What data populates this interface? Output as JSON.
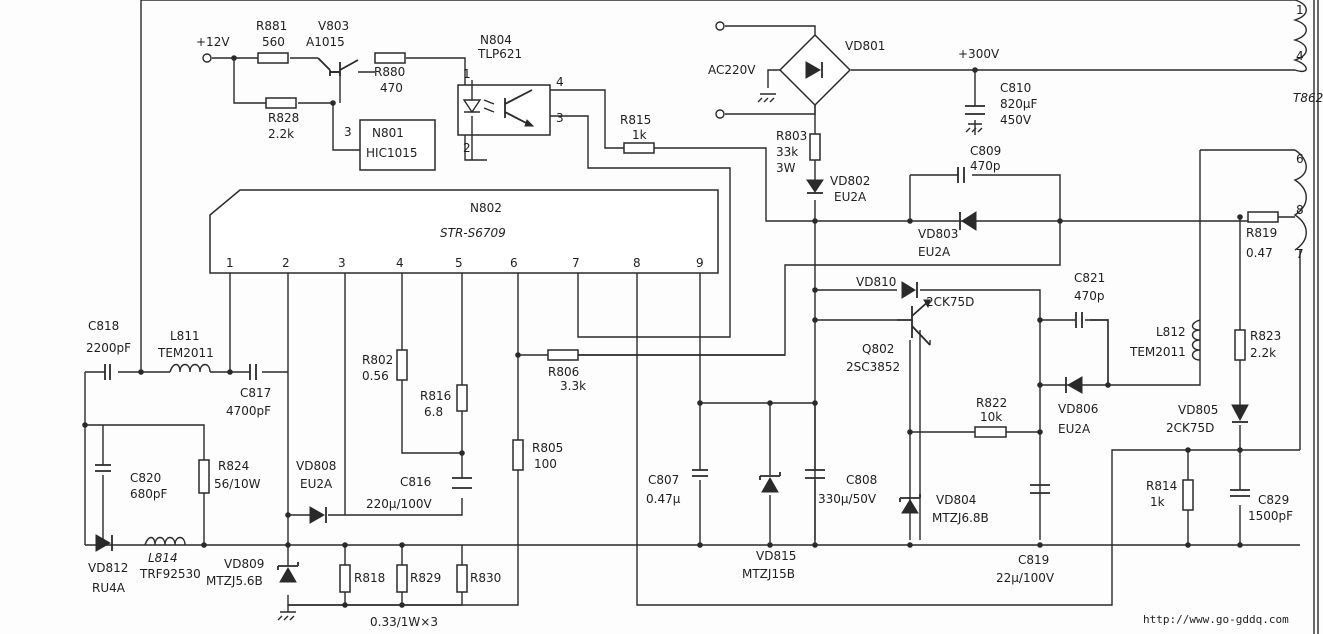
{
  "diagram": {
    "supply": {
      "v12": "+12V",
      "ac": "AC220V",
      "v300": "+300V"
    },
    "transformer": {
      "name": "T862",
      "pins": [
        "1",
        "4",
        "6",
        "8",
        "7"
      ]
    },
    "ics": {
      "n802": {
        "name": "N802",
        "part": "STR-S6709",
        "pins": [
          "1",
          "2",
          "3",
          "4",
          "5",
          "6",
          "7",
          "8",
          "9"
        ]
      },
      "n804": {
        "name": "N804",
        "part": "TLP621",
        "pins": [
          "1",
          "2",
          "3",
          "4"
        ]
      },
      "n801": {
        "name": "N801",
        "part": "HIC1015",
        "pin": "3"
      }
    },
    "transistors": {
      "v803": {
        "name": "V803",
        "part": "A1015"
      },
      "q802": {
        "name": "Q802",
        "part": "2SC3852"
      }
    },
    "resistors": [
      {
        "ref": "R881",
        "value": "560"
      },
      {
        "ref": "R880",
        "value": "470"
      },
      {
        "ref": "R828",
        "value": "2.2k"
      },
      {
        "ref": "R815",
        "value": "1k"
      },
      {
        "ref": "R803",
        "value": "33k",
        "extra": "3W"
      },
      {
        "ref": "R802",
        "value": "0.56"
      },
      {
        "ref": "R816",
        "value": "6.8"
      },
      {
        "ref": "R805",
        "value": "100"
      },
      {
        "ref": "R806",
        "value": "3.3k"
      },
      {
        "ref": "R824",
        "value": "56/10W"
      },
      {
        "ref": "R818",
        "value": ""
      },
      {
        "ref": "R829",
        "value": ""
      },
      {
        "ref": "R830",
        "value": ""
      },
      {
        "ref": "R819",
        "value": "0.47"
      },
      {
        "ref": "R822",
        "value": "10k"
      },
      {
        "ref": "R823",
        "value": "2.2k"
      },
      {
        "ref": "R814",
        "value": "1k"
      }
    ],
    "r_group_note": "0.33/1W×3",
    "capacitors": [
      {
        "ref": "C810",
        "value": "820μF",
        "extra": "450V"
      },
      {
        "ref": "C809",
        "value": "470p"
      },
      {
        "ref": "C818",
        "value": "2200pF"
      },
      {
        "ref": "C817",
        "value": "4700pF"
      },
      {
        "ref": "C820",
        "value": "680pF"
      },
      {
        "ref": "C816",
        "value": "220μ/100V"
      },
      {
        "ref": "C807",
        "value": "0.47μ"
      },
      {
        "ref": "C808",
        "value": "330μ/50V"
      },
      {
        "ref": "C821",
        "value": "470p"
      },
      {
        "ref": "C819",
        "value": "22μ/100V"
      },
      {
        "ref": "C829",
        "value": "1500pF"
      }
    ],
    "diodes": [
      {
        "ref": "VD801",
        "part": ""
      },
      {
        "ref": "VD802",
        "part": "EU2A"
      },
      {
        "ref": "VD803",
        "part": "EU2A"
      },
      {
        "ref": "VD810",
        "part": "2CK75D"
      },
      {
        "ref": "VD806",
        "part": "EU2A"
      },
      {
        "ref": "VD805",
        "part": "2CK75D"
      },
      {
        "ref": "VD808",
        "part": "EU2A"
      },
      {
        "ref": "VD809",
        "part": "MTZJ5.6B"
      },
      {
        "ref": "VD812",
        "part": "RU4A"
      },
      {
        "ref": "VD815",
        "part": "MTZJ15B"
      },
      {
        "ref": "VD804",
        "part": "MTZJ6.8B"
      }
    ],
    "inductors": [
      {
        "ref": "L811",
        "part": "TEM2011"
      },
      {
        "ref": "L814",
        "part": "TRF92530"
      },
      {
        "ref": "L812",
        "part": "TEM2011"
      }
    ],
    "watermark": "http://www.go-gddq.com"
  }
}
